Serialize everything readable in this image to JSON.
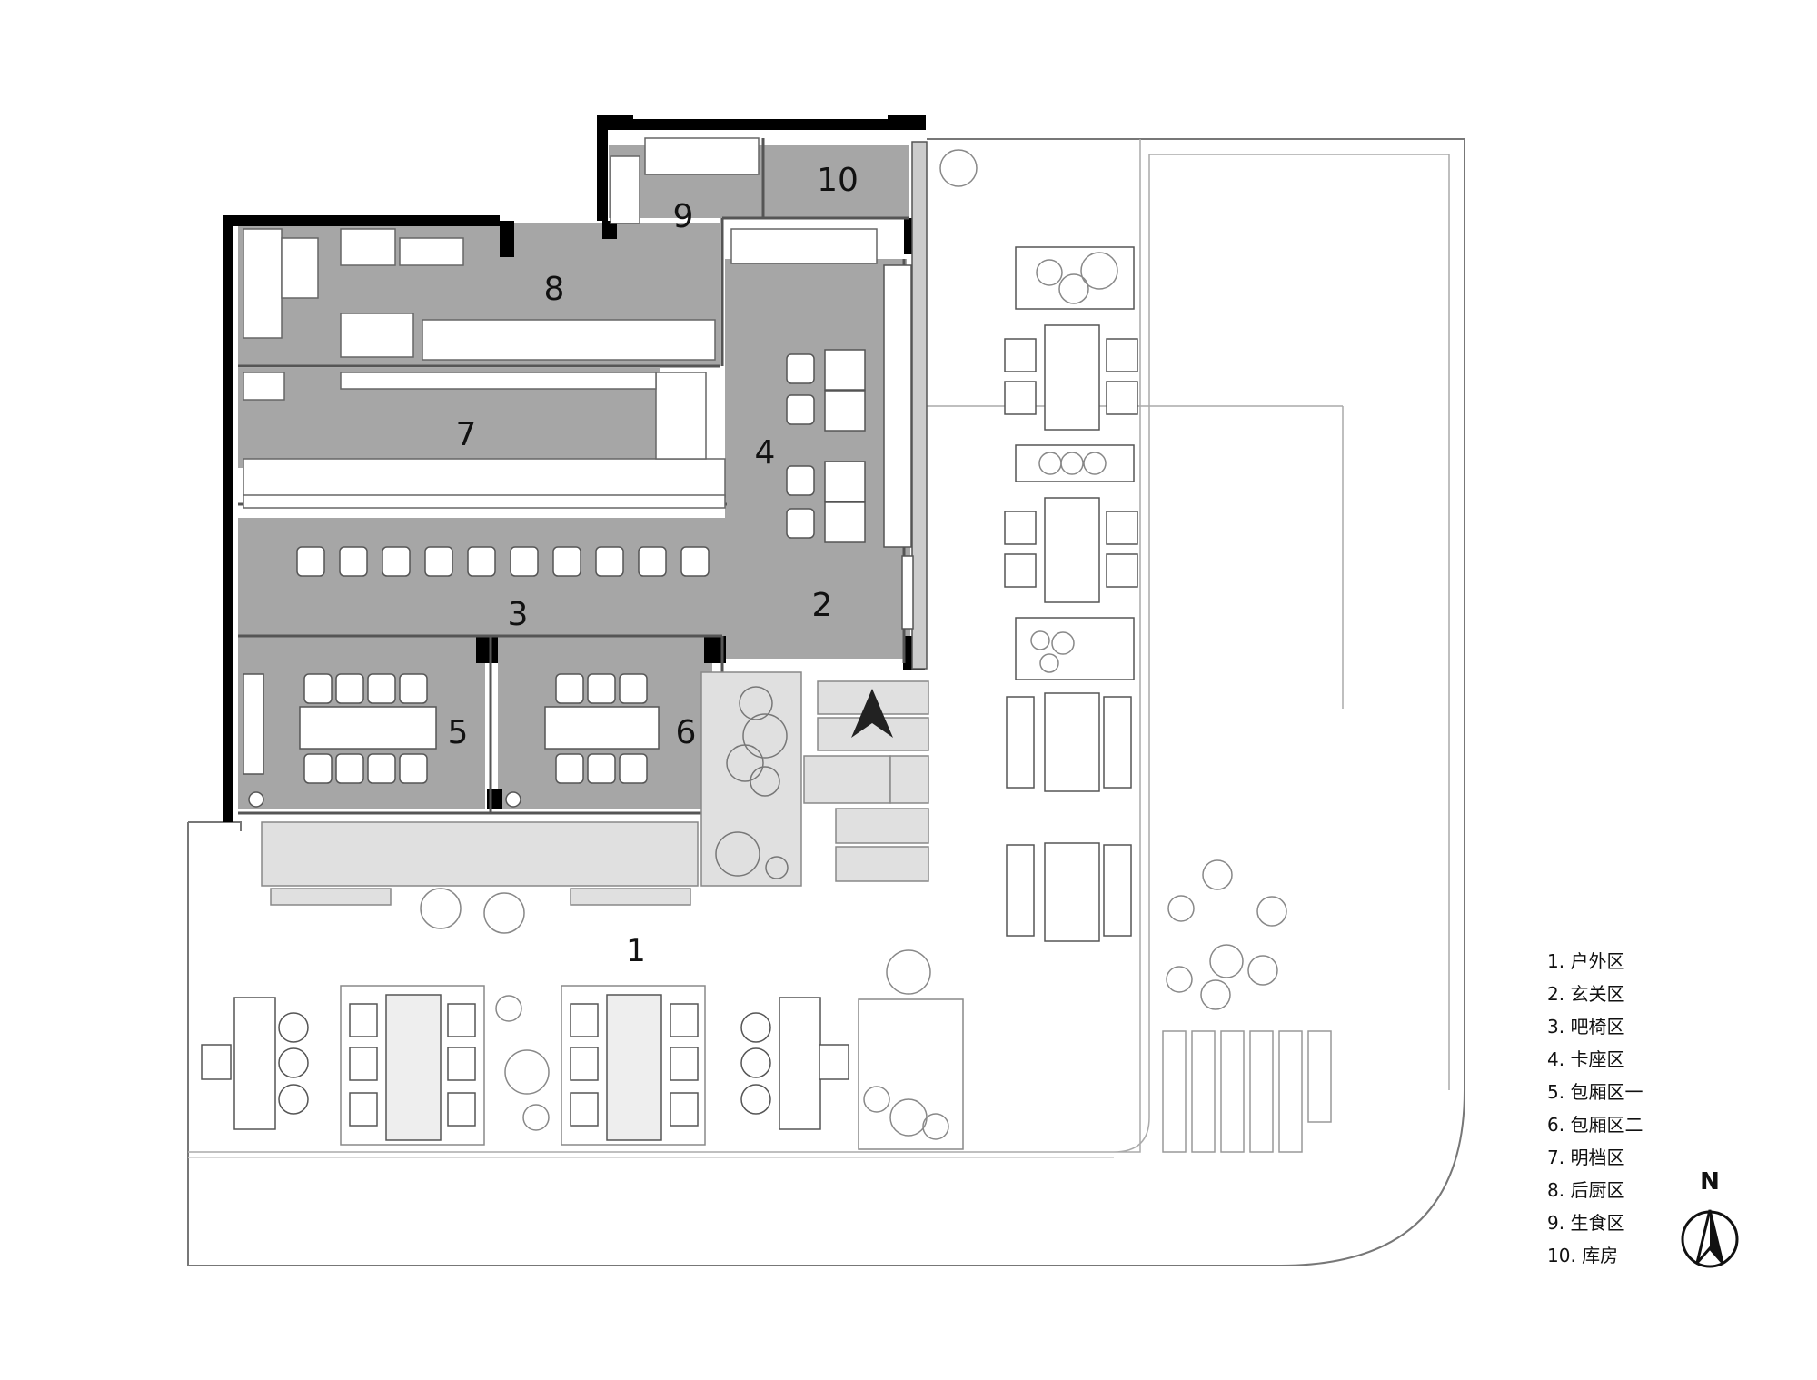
{
  "rooms": [
    {
      "id": "1",
      "name": "户外区"
    },
    {
      "id": "2",
      "name": "玄关区"
    },
    {
      "id": "3",
      "name": "吧椅区"
    },
    {
      "id": "4",
      "name": "卡座区"
    },
    {
      "id": "5",
      "name": "包厢区一"
    },
    {
      "id": "6",
      "name": "包厢区二"
    },
    {
      "id": "7",
      "name": "明档区"
    },
    {
      "id": "8",
      "name": "后厨区"
    },
    {
      "id": "9",
      "name": "生食区"
    },
    {
      "id": "10",
      "name": "库房"
    }
  ],
  "legend": [
    "1. 户外区",
    "2. 玄关区",
    "3. 吧椅区",
    "4. 卡座区",
    "5. 包厢区一",
    "6. 包厢区二",
    "7. 明档区",
    "8. 后厨区",
    "9. 生食区",
    "10. 库房"
  ],
  "north_label": "N",
  "colors": {
    "room_fill": "#a6a6a6",
    "wall": "#000000",
    "paving": "#e0e0e0",
    "line": "#555555",
    "furniture": "#ffffff"
  }
}
